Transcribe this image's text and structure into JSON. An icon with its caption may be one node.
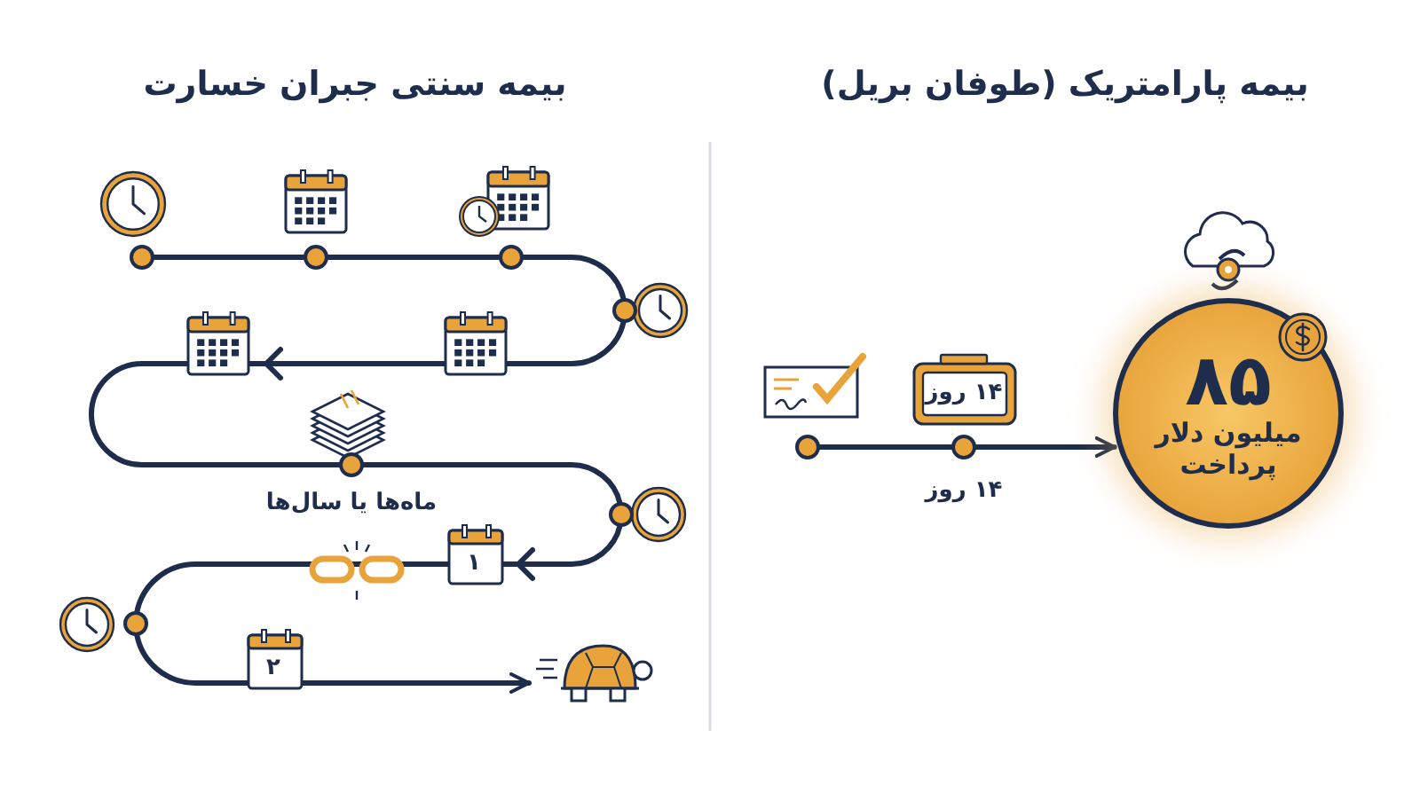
{
  "diagram": {
    "nodes": [
      {
        "text": [],
        "shape": "circle"
      },
      {
        "text": [],
        "shape": "circle"
      },
      {
        "text": [
          "۸۵",
          "میلیون دلار پرداخت"
        ]
      },
      {
        "text": [],
        "shape": "circle"
      },
      {
        "text": [],
        "shape": "circle"
      },
      {
        "text": [],
        "shape": "circle"
      },
      {
        "text": [],
        "shape": "circle"
      },
      {
        "text": [],
        "shape": "circle"
      },
      {
        "text": [],
        "shape": "circle"
      },
      {
        "text": [],
        "shape": "circle"
      },
      {
        "text": [],
        "shape": "turtle"
      }
    ],
    "edges": [
      {
        "from": 0,
        "to": 1,
        "arrow": "none"
      },
      {
        "from": 1,
        "to": 2,
        "arrow": "to"
      },
      {
        "from": 3,
        "to": 4,
        "arrow": "none"
      },
      {
        "from": 4,
        "to": 5,
        "arrow": "none"
      },
      {
        "from": 5,
        "to": 6,
        "arrow": "none"
      },
      {
        "from": 6,
        "to": 7,
        "arrow": "to"
      },
      {
        "from": 7,
        "to": 8,
        "arrow": "none"
      },
      {
        "from": 8,
        "to": 9,
        "arrow": "to"
      },
      {
        "from": 9,
        "to": 10,
        "arrow": "to"
      }
    ],
    "labels": [
      "بیمه پارامتریک (طوفان بریل)",
      "۱۴ روز",
      "۱۴ روز",
      "بیمه سنتی جبران خسارت",
      "ماه‌ها یا سال‌ها",
      "۱",
      "۲"
    ]
  }
}
